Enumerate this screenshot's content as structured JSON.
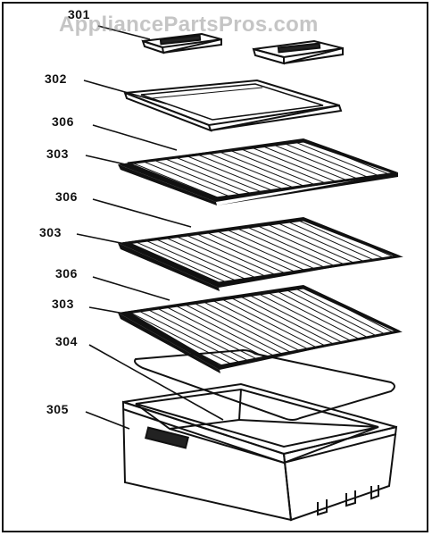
{
  "watermark": "AppliancePartsPros.com",
  "labels": {
    "l301": "301",
    "l302": "302",
    "l306a": "306",
    "l303a": "303",
    "l306b": "306",
    "l303b": "303",
    "l306c": "306",
    "l303c": "303",
    "l304": "304",
    "l305": "305"
  },
  "colors": {
    "line": "#111111",
    "watermark": "#969696"
  }
}
